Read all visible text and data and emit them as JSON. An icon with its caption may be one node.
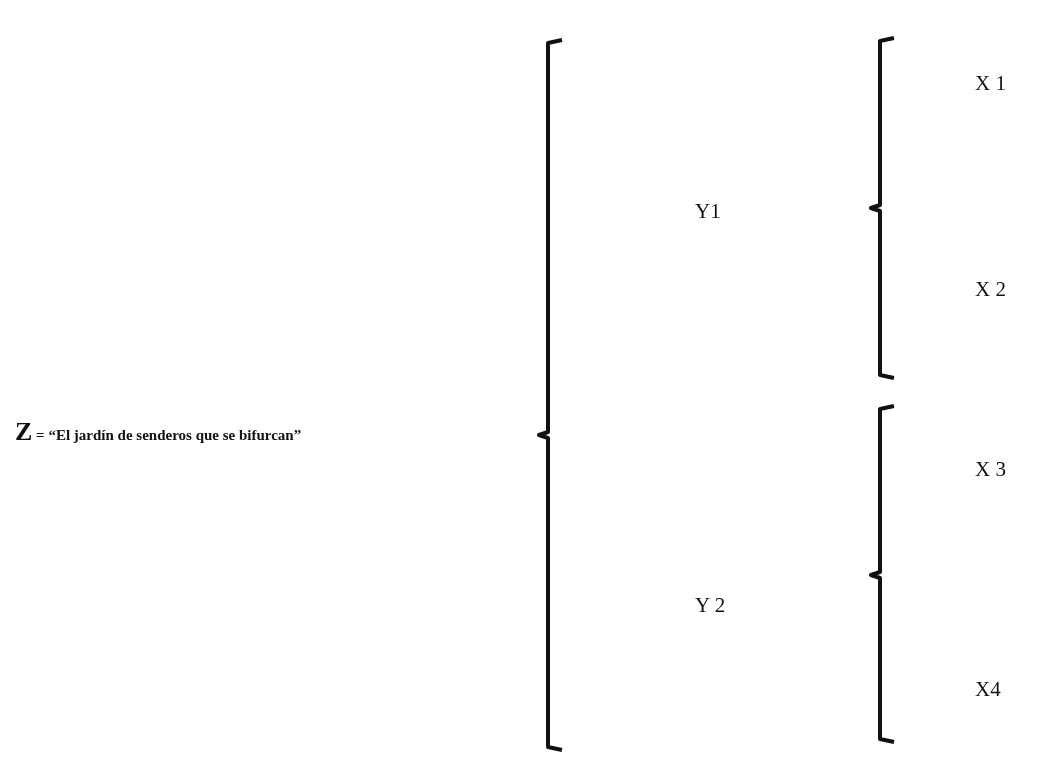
{
  "diagram": {
    "labels": [
      "Z = “El jardín de senderos que se bifurcan”",
      "Y1",
      "X 1",
      "X 2",
      "Y 2",
      "X 3",
      "X4"
    ]
  }
}
